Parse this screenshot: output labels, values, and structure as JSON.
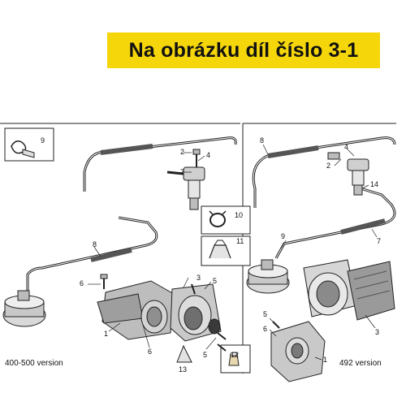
{
  "banner": {
    "text": "Na obrázku díl číslo 3-1",
    "color": "#f5d60a"
  },
  "versions": {
    "left": "400-500 version",
    "right": "492 version"
  },
  "part_labels": {
    "c1": "1",
    "c2": "2",
    "c3": "3",
    "c4": "4",
    "c5": "5",
    "c6": "6",
    "c7": "7",
    "c8": "8",
    "c9": "9",
    "c10": "10",
    "c11": "11",
    "c12": "12",
    "c13": "13",
    "c14": "14"
  }
}
